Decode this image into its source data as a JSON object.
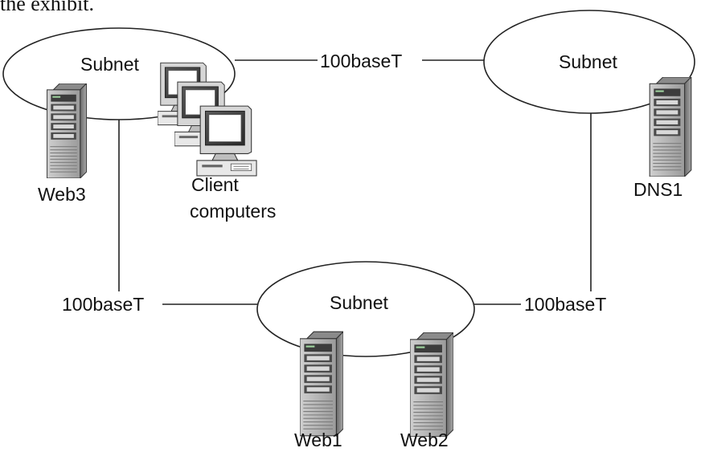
{
  "caption_fragment": "the exhibit.",
  "subnets": [
    {
      "label": "Subnet"
    },
    {
      "label": "Subnet"
    },
    {
      "label": "Subnet"
    }
  ],
  "links": [
    {
      "label": "100baseT"
    },
    {
      "label": "100baseT"
    },
    {
      "label": "100baseT"
    }
  ],
  "servers": [
    {
      "label": "Web3",
      "icon": "server-tower-icon"
    },
    {
      "label": "DNS1",
      "icon": "server-tower-icon"
    },
    {
      "label": "Web1",
      "icon": "server-tower-icon"
    },
    {
      "label": "Web2",
      "icon": "server-tower-icon"
    }
  ],
  "clients": {
    "label_line1": "Client",
    "label_line2": "computers",
    "icon": "desktop-computer-icon"
  }
}
